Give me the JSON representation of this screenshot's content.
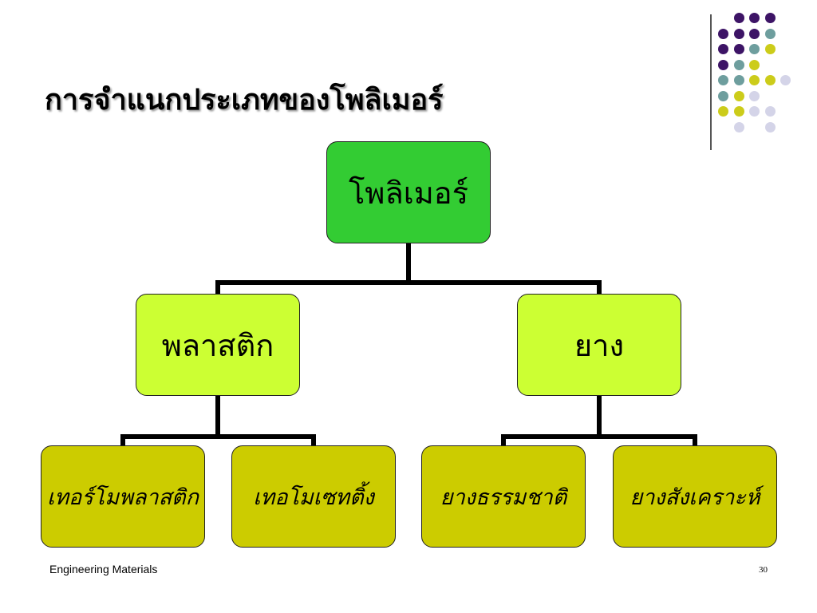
{
  "slide": {
    "title": "การจำแนกประเภทของโพลิเมอร์",
    "footer": "Engineering Materials",
    "page_number": "30"
  },
  "diagram": {
    "root": "โพลิเมอร์",
    "level1": [
      "พลาสติก",
      "ยาง"
    ],
    "level2": [
      "เทอร์โมพลาสติก",
      "เทอโมเซทติ้ง",
      "ยางธรรมชาติ",
      "ยางสังเคราะห์"
    ]
  },
  "colors": {
    "root_fill": "#33cc33",
    "mid_fill": "#ccff33",
    "leaf_fill": "#cccc00",
    "dot_purple": "#3d1466",
    "dot_teal": "#6e9e9e",
    "dot_olive": "#cccc1a",
    "dot_lavender": "#d4d4e8"
  }
}
